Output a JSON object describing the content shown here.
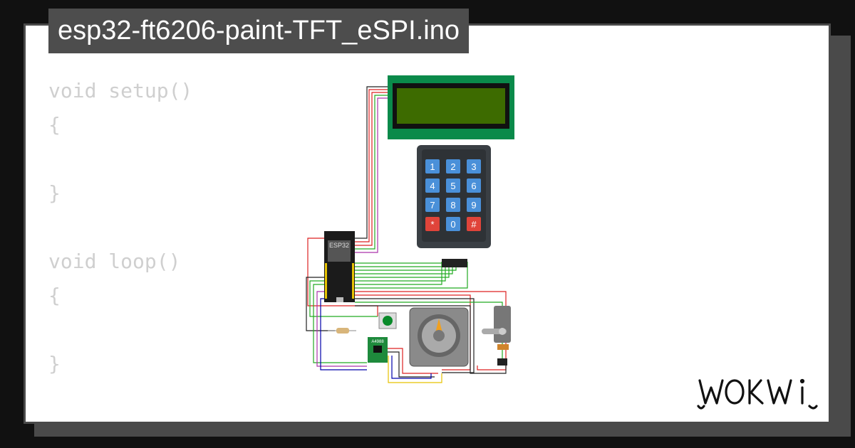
{
  "title": "esp32-ft6206-paint-TFT_eSPI.ino",
  "code_lines": [
    "void setup()",
    "{",
    "",
    "}",
    "",
    "void loop()",
    "{",
    "",
    "}"
  ],
  "brand": "WOKWI",
  "colors": {
    "background": "#111111",
    "card": "#ffffff",
    "title_bar": "#4d4d4d",
    "code_text": "#cfcfcf",
    "lcd_green": "#0a8a4a",
    "keypad_blue": "#4a90d9",
    "keypad_red": "#e0443a"
  },
  "diagram": {
    "esp32_label": "ESP32",
    "driver_label": "A4988",
    "keypad_keys": [
      "1",
      "2",
      "3",
      "4",
      "5",
      "6",
      "7",
      "8",
      "9",
      "*",
      "0",
      "#"
    ]
  }
}
